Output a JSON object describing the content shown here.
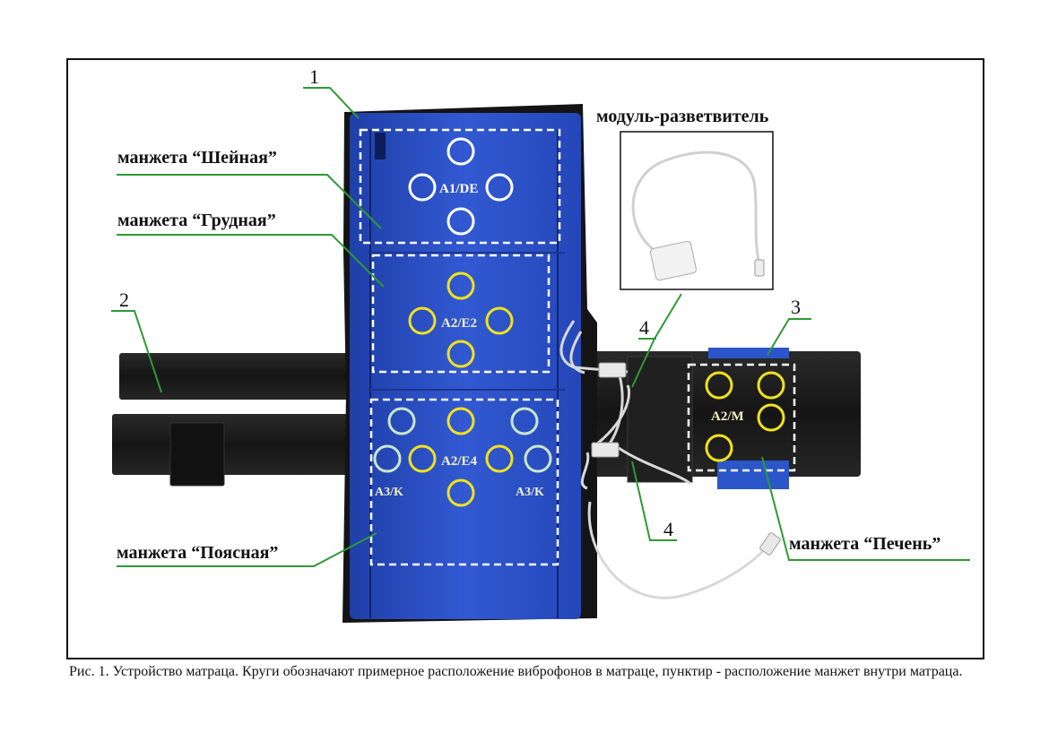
{
  "labels": {
    "cuff_neck": "манжета “Шейная”",
    "cuff_chest": "манжета “Грудная”",
    "cuff_waist": "манжета “Поясная”",
    "cuff_liver": "манжета “Печень”",
    "splitter_module": "модуль-разветвитель"
  },
  "callouts": {
    "n1": "1",
    "n2": "2",
    "n3": "3",
    "n4_top": "4",
    "n4_bottom": "4"
  },
  "zones": {
    "neck": "A1/DE",
    "chest": "A2/E2",
    "waist": "A2/E4",
    "kidney_left": "A3/K",
    "kidney_right": "A3/K",
    "liver": "A2/M"
  },
  "caption": "Рис. 1. Устройство матраца. Круги обозначают примерное расположение виброфонов в матраце, пунктир - расположение манжет внутри матраца.",
  "colors": {
    "mattress_blue": "#2a4fc4",
    "strap_black": "#1c1c1c",
    "leader_green": "#2e9a34",
    "neck_circles": "#ffffff",
    "main_circles": "#f0e11e",
    "kidney_circles": "#c9e6c9"
  }
}
